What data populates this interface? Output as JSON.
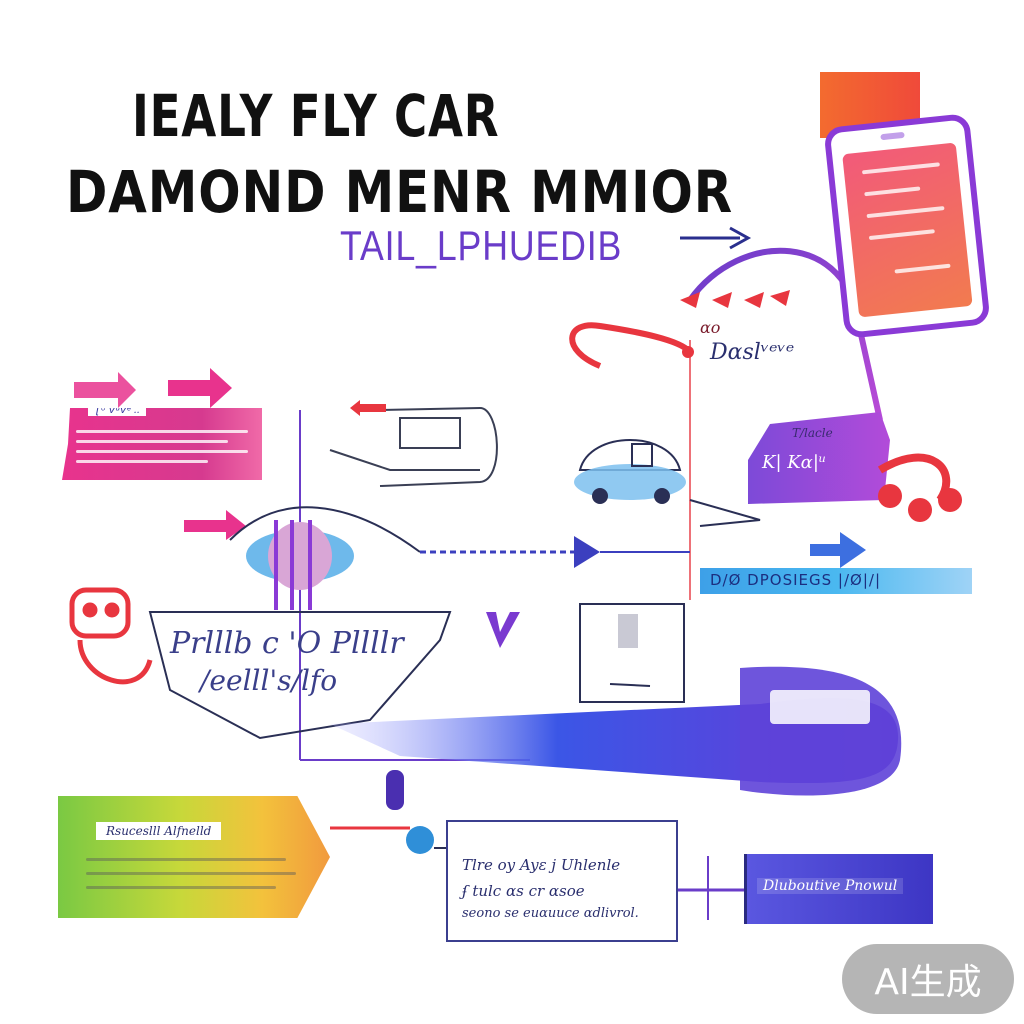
{
  "header": {
    "title_line1": "IEALY FLY CAR",
    "title_line2": "DAMOND MENR MMIOR",
    "subtitle": "TAIL_LPHUEDIB"
  },
  "labels": {
    "pink_banner_text": "Ʈᵕ VᵘVᵉ ..",
    "phone_side_small": "ɑo",
    "phone_side": "Dɑslᵛᵉᵛᵉ",
    "van_top": "T/lacle",
    "van_side": "K| Kɑ|ᵘ",
    "blue_strip": "D/Ø DPOSIEGS |/Ø|/|",
    "center_line1": "Prlllb c 'O Pllllr",
    "center_line2": "/eelll's/lfo",
    "green_tag_label": "Rsuceslll Alfnelld",
    "desc_line1": "Tlre oy Ayɛ j Uhlenle",
    "desc_line2": "ʄ tulc ɑs cr ɑsoe",
    "desc_line3": "seono se euɑuuce ɑdlivrol.",
    "blue_button": "Dluboutive Pnowul"
  },
  "badge": {
    "text": "AI生成"
  },
  "colors": {
    "title": "#111111",
    "subtitle": "#6a3cc9",
    "pink": "#e8338d",
    "purple": "#8a3ad6",
    "blue": "#3d36c4",
    "red": "#e8363f",
    "orange": "#f36b2f"
  }
}
